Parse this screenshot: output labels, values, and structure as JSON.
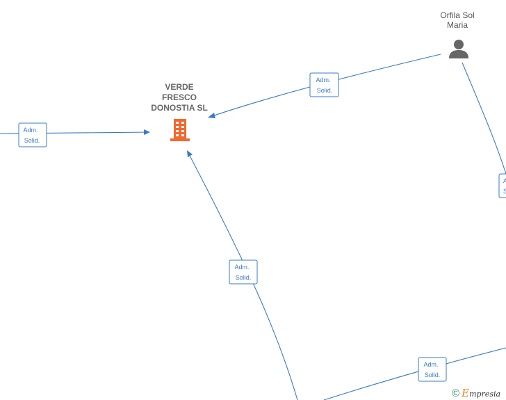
{
  "nodes": {
    "company": {
      "name_line1": "VERDE",
      "name_line2": "FRESCO",
      "name_line3": "DONOSTIA  SL",
      "icon": "building-icon",
      "color": "#f26a2e"
    },
    "person": {
      "name_line1": "Orfila Sol",
      "name_line2": "Maria",
      "icon": "person-icon",
      "color": "#666666"
    }
  },
  "edges": [
    {
      "line1": "Adm.",
      "line2": "Solid."
    },
    {
      "line1": "Adm.",
      "line2": "Solid."
    },
    {
      "line1": "Adm.",
      "line2": "Solid."
    },
    {
      "line1": "Adm.",
      "line2": "Solid."
    },
    {
      "line1": "A",
      "line2": "S"
    }
  ],
  "edge_color": "#3a78c9",
  "footer": {
    "copyright_symbol": "©",
    "brand_initial": "E",
    "brand_rest": "mpresia"
  }
}
